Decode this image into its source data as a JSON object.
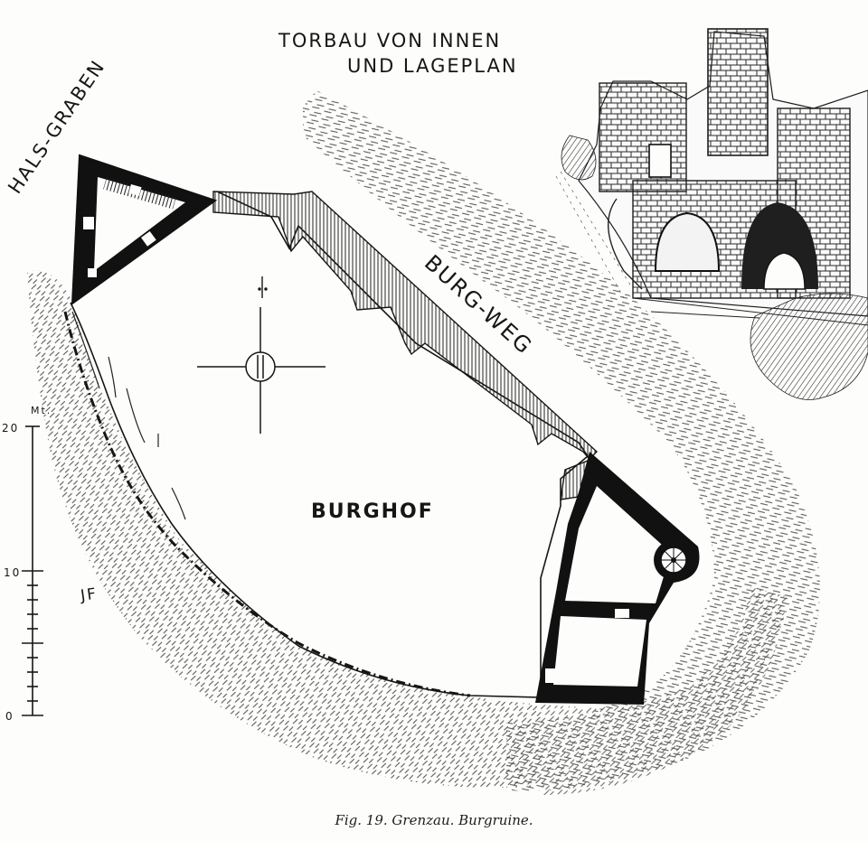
{
  "title_lines": [
    "TORBAU VON INNEN",
    "UND LAGEPLAN"
  ],
  "labels": {
    "hals_graben": "HALS-GRABEN",
    "burg_weg": "BURG-WEG",
    "burghof": "BURGHOF"
  },
  "scale": {
    "unit": "Mt.",
    "tick_labels": [
      "20",
      "10",
      "0"
    ]
  },
  "monogram": "JF",
  "caption": "Fig. 19. Grenzau. Burgruine.",
  "colors": {
    "ink": "#161616",
    "paper": "#fdfdfc",
    "hatch": "#3a3a3a"
  }
}
